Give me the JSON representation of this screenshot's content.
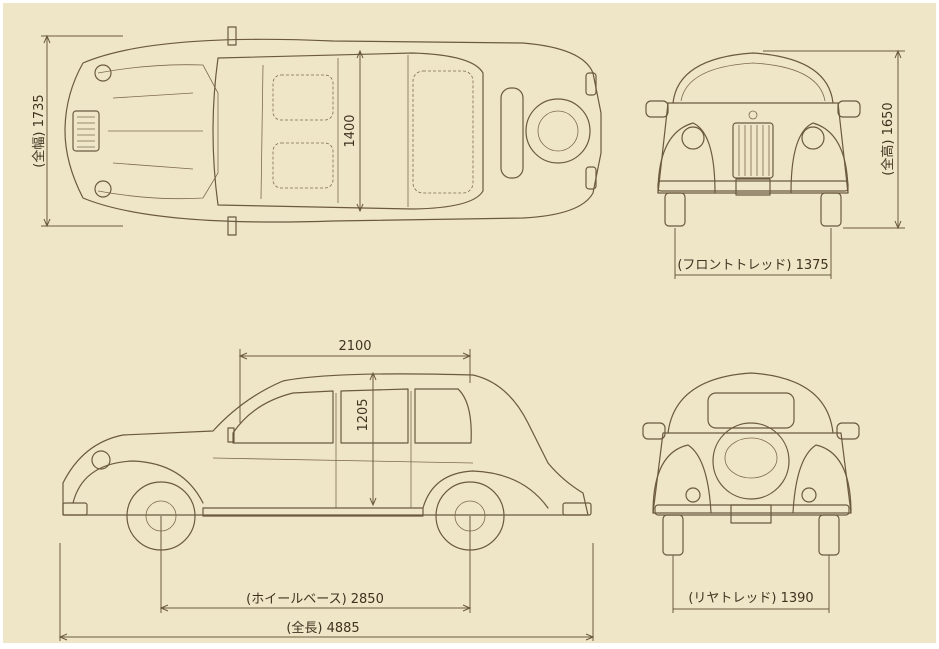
{
  "dimensions": {
    "overall_width": "(全幅) 1735",
    "track_inner": "1400",
    "overall_height": "(全高) 1650",
    "front_tread": "(フロントトレッド) 1375",
    "top_span": "2100",
    "cabin_height": "1205",
    "wheelbase": "(ホイールベース) 2850",
    "overall_length": "(全長) 4885",
    "rear_tread": "(リヤトレッド) 1390"
  },
  "colors": {
    "paper": "#efe6c8",
    "ink": "#6b5a3e",
    "text": "#3f3320"
  }
}
